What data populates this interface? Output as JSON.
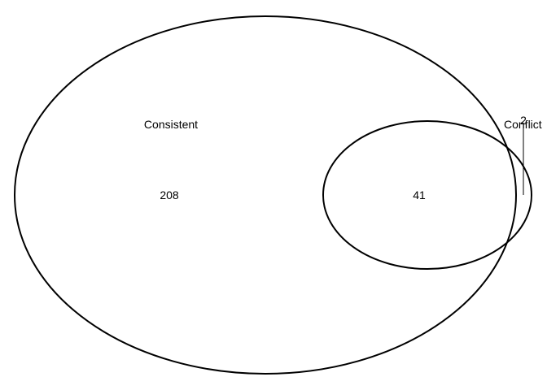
{
  "venn": {
    "sets": [
      {
        "label": "Consistent"
      },
      {
        "label": "Conflict"
      }
    ],
    "regions": {
      "consistent_only": "208",
      "both": "41",
      "conflict_only": "2"
    },
    "colors": {
      "outline": "#000000",
      "background": "#ffffff"
    }
  }
}
